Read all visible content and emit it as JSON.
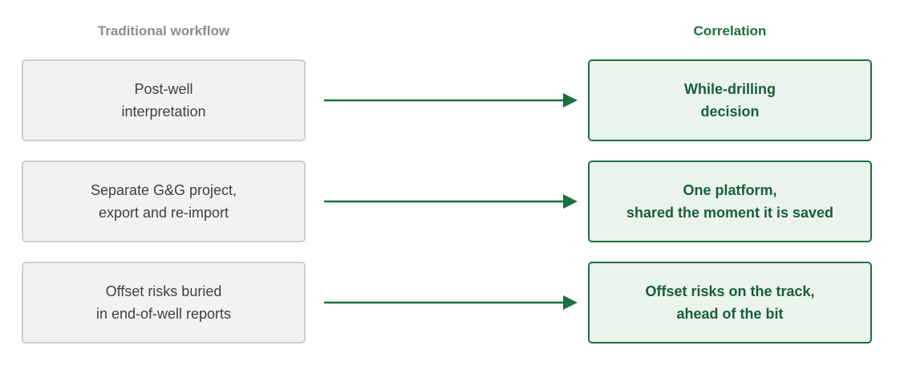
{
  "headers": {
    "left": "Traditional workflow",
    "right": "Correlation"
  },
  "rows": [
    {
      "left": [
        "Post-well",
        "interpretation"
      ],
      "right": [
        "While-drilling",
        "decision"
      ]
    },
    {
      "left": [
        "Separate G&G project,",
        "export and re-import"
      ],
      "right": [
        "One platform,",
        "shared the moment it is saved"
      ]
    },
    {
      "left": [
        "Offset risks buried",
        "in end-of-well reports"
      ],
      "right": [
        "Offset risks on the track,",
        "ahead of the bit"
      ]
    }
  ],
  "colors": {
    "accent": "#1d7044",
    "left_border": "#cfcfcf",
    "left_fill": "#f2f2f2",
    "right_fill": "#eaf4ed",
    "header_gray": "#8c8c8c"
  }
}
